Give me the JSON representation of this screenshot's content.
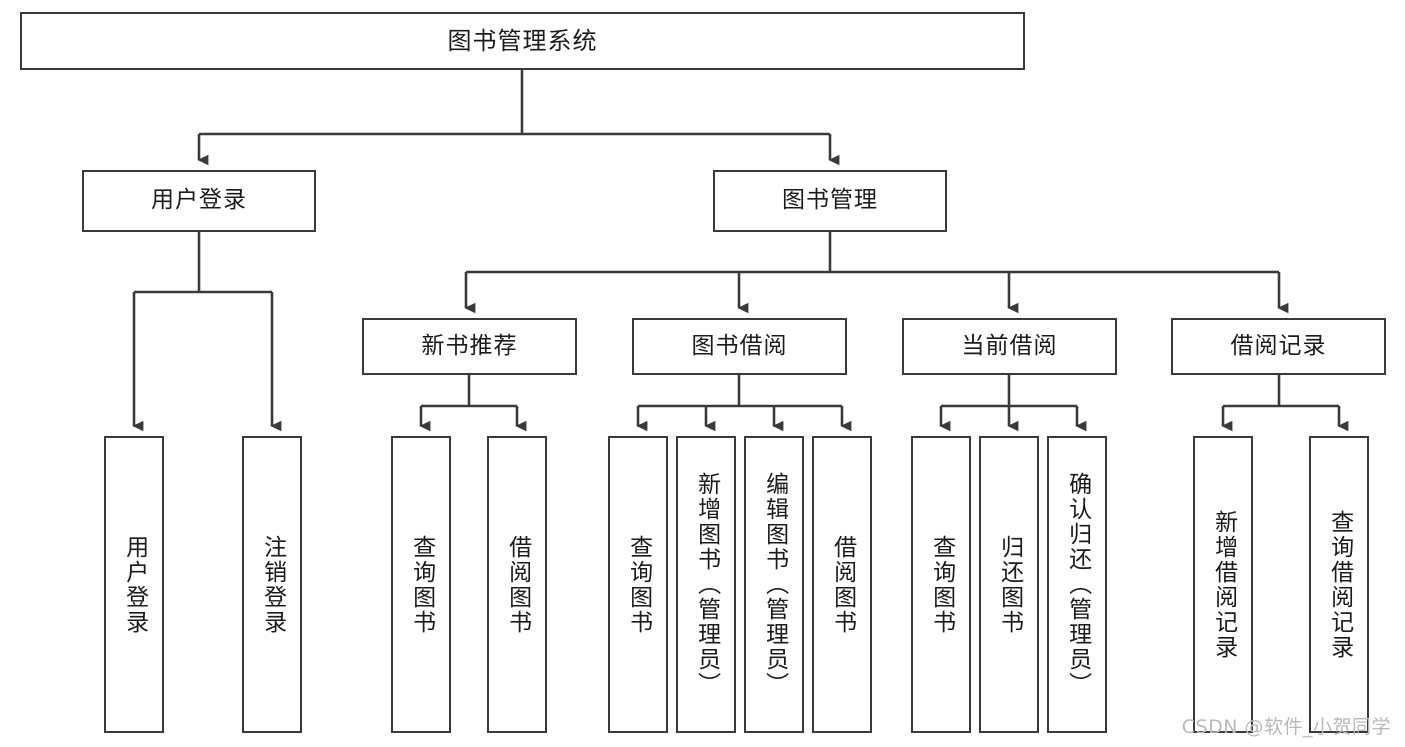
{
  "diagram": {
    "type": "tree-hierarchy-chart",
    "title": "图书管理系统",
    "watermark": "CSDN @软件_小贺同学",
    "colors": {
      "box_border": "#3a3a3a",
      "box_fill": "#ffffff",
      "connector": "#3a3a3a",
      "text": "#1b1b1b",
      "watermark": "#b9b9b9",
      "background": "#ffffff"
    },
    "root": {
      "label": "图书管理系统"
    },
    "level2": [
      {
        "id": "user-login",
        "label": "用户登录"
      },
      {
        "id": "book-manage",
        "label": "图书管理"
      }
    ],
    "level3": [
      {
        "id": "new-book-recommend",
        "label": "新书推荐",
        "parent": "book-manage"
      },
      {
        "id": "book-borrow",
        "label": "图书借阅",
        "parent": "book-manage"
      },
      {
        "id": "current-borrow",
        "label": "当前借阅",
        "parent": "book-manage"
      },
      {
        "id": "borrow-record",
        "label": "借阅记录",
        "parent": "book-manage"
      }
    ],
    "leaves": [
      {
        "id": "leaf-user-login",
        "label": "用户登录",
        "parent": "user-login"
      },
      {
        "id": "leaf-logout-login",
        "label": "注销登录",
        "parent": "user-login"
      },
      {
        "id": "leaf-query-book-1",
        "label": "查询图书",
        "parent": "new-book-recommend"
      },
      {
        "id": "leaf-borrow-book-1",
        "label": "借阅图书",
        "parent": "new-book-recommend"
      },
      {
        "id": "leaf-query-book-2",
        "label": "查询图书",
        "parent": "book-borrow"
      },
      {
        "id": "leaf-add-book",
        "label": "新增图书（管理员）",
        "parent": "book-borrow"
      },
      {
        "id": "leaf-edit-book",
        "label": "编辑图书（管理员）",
        "parent": "book-borrow"
      },
      {
        "id": "leaf-borrow-book-2",
        "label": "借阅图书",
        "parent": "book-borrow"
      },
      {
        "id": "leaf-query-book-3",
        "label": "查询图书",
        "parent": "current-borrow"
      },
      {
        "id": "leaf-return-book",
        "label": "归还图书",
        "parent": "current-borrow"
      },
      {
        "id": "leaf-confirm-return",
        "label": "确认归还（管理员）",
        "parent": "current-borrow"
      },
      {
        "id": "leaf-add-record",
        "label": "新增借阅记录",
        "parent": "borrow-record"
      },
      {
        "id": "leaf-query-record",
        "label": "查询借阅记录",
        "parent": "borrow-record"
      }
    ]
  }
}
